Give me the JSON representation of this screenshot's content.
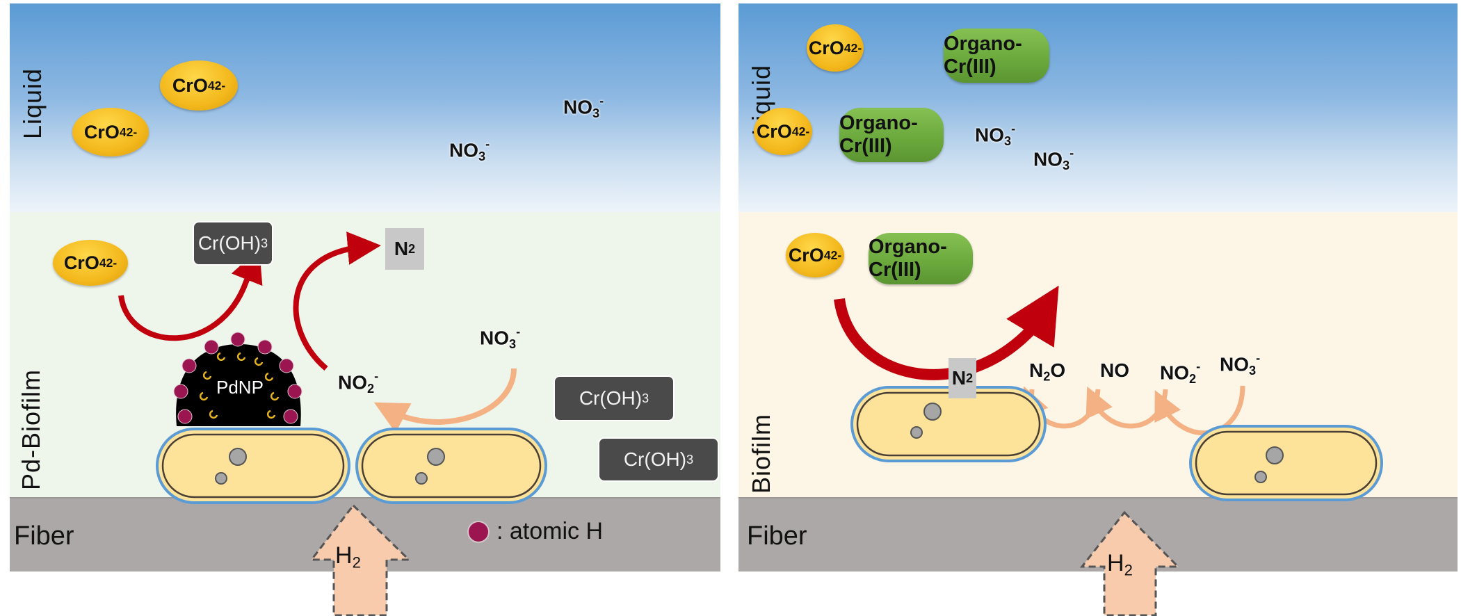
{
  "figure": {
    "left_panel": {
      "zones": {
        "liquid_label": "Liquid",
        "biofilm_label": "Pd-Biofilm",
        "fiber_label": "Fiber"
      },
      "liquid_species": [
        {
          "base": "CrO",
          "sub": "4",
          "sup": "2-",
          "shape": "ellipse"
        },
        {
          "base": "CrO",
          "sub": "4",
          "sup": "2-",
          "shape": "ellipse"
        },
        {
          "base": "NO",
          "sub": "3",
          "sup": "-",
          "shape": "text"
        },
        {
          "base": "NO",
          "sub": "3",
          "sup": "-",
          "shape": "text"
        }
      ],
      "biofilm_species": {
        "chromate": {
          "base": "CrO",
          "sub": "4",
          "sup": "2-"
        },
        "cr_oh3_top": {
          "base": "Cr(OH)",
          "sub": "3"
        },
        "n2": {
          "base": "N",
          "sub": "2"
        },
        "nitrate": {
          "base": "NO",
          "sub": "3",
          "sup": "-"
        },
        "nitrite": {
          "base": "NO",
          "sub": "2",
          "sup": "-"
        },
        "cr_oh3_mid": {
          "base": "Cr(OH)",
          "sub": "3"
        },
        "cr_oh3_low": {
          "base": "Cr(OH)",
          "sub": "3"
        }
      },
      "nanoparticle": {
        "label": "PdNP",
        "electron_label": "e-"
      },
      "h2_arrow": {
        "base": "H",
        "sub": "2"
      },
      "legend": {
        "text": ": atomic H",
        "color": "#9b1650"
      }
    },
    "right_panel": {
      "zones": {
        "liquid_label": "Liquid",
        "biofilm_label": "Biofilm",
        "fiber_label": "Fiber"
      },
      "liquid_species": [
        {
          "base": "CrO",
          "sub": "4",
          "sup": "2-",
          "shape": "ellipse"
        },
        {
          "base": "CrO",
          "sub": "4",
          "sup": "2-",
          "shape": "ellipse"
        },
        {
          "label": "Organo-Cr(III)",
          "shape": "pill"
        },
        {
          "label": "Organo-Cr(III)",
          "shape": "pill"
        },
        {
          "base": "NO",
          "sub": "3",
          "sup": "-",
          "shape": "text"
        },
        {
          "base": "NO",
          "sub": "3",
          "sup": "-",
          "shape": "text"
        }
      ],
      "biofilm_species": {
        "chromate": {
          "base": "CrO",
          "sub": "4",
          "sup": "2-"
        },
        "organo_cr": {
          "label": "Organo-Cr(III)"
        },
        "denitrification_chain": [
          {
            "base": "N",
            "sub": "2",
            "post": "",
            "sup": "",
            "boxed": true
          },
          {
            "base": "N",
            "sub": "2",
            "post": "O",
            "sup": ""
          },
          {
            "base": "NO",
            "sub": "",
            "post": "",
            "sup": ""
          },
          {
            "base": "NO",
            "sub": "2",
            "post": "",
            "sup": "-"
          },
          {
            "base": "NO",
            "sub": "3",
            "post": "",
            "sup": "-"
          }
        ]
      },
      "h2_arrow": {
        "base": "H",
        "sub": "2"
      }
    },
    "colors": {
      "chromate_yellow": "#f3b81c",
      "organo_green": "#6aa83c",
      "abiotic_arrow_red": "#c0000c",
      "biotic_arrow_peach": "#f4b183",
      "cell_fill": "#fde39a",
      "cell_membrane_blue": "#5b9bd5",
      "fiber_gray": "#aca8a7",
      "cr_oh3_box": "#4a4a4a",
      "n2_box": "#c8c8c8",
      "atomic_h": "#9b1650",
      "electron_gold": "#e6b422"
    }
  }
}
